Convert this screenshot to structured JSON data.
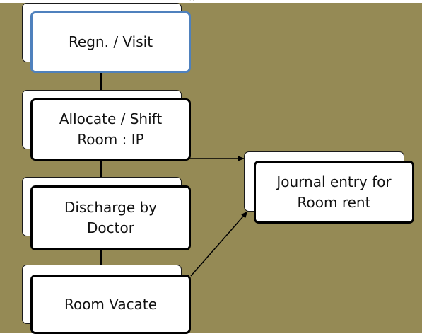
{
  "nodes": {
    "regn_visit": "Regn. / Visit",
    "allocate_room": "Allocate / Shift\nRoom : IP",
    "discharge": "Discharge by\nDoctor",
    "room_vacate": "Room Vacate",
    "journal_entry": "Journal entry for\nRoom rent"
  },
  "colors": {
    "background": "#958a55",
    "box_border": "#000000",
    "highlight_border": "#4f81bd"
  }
}
